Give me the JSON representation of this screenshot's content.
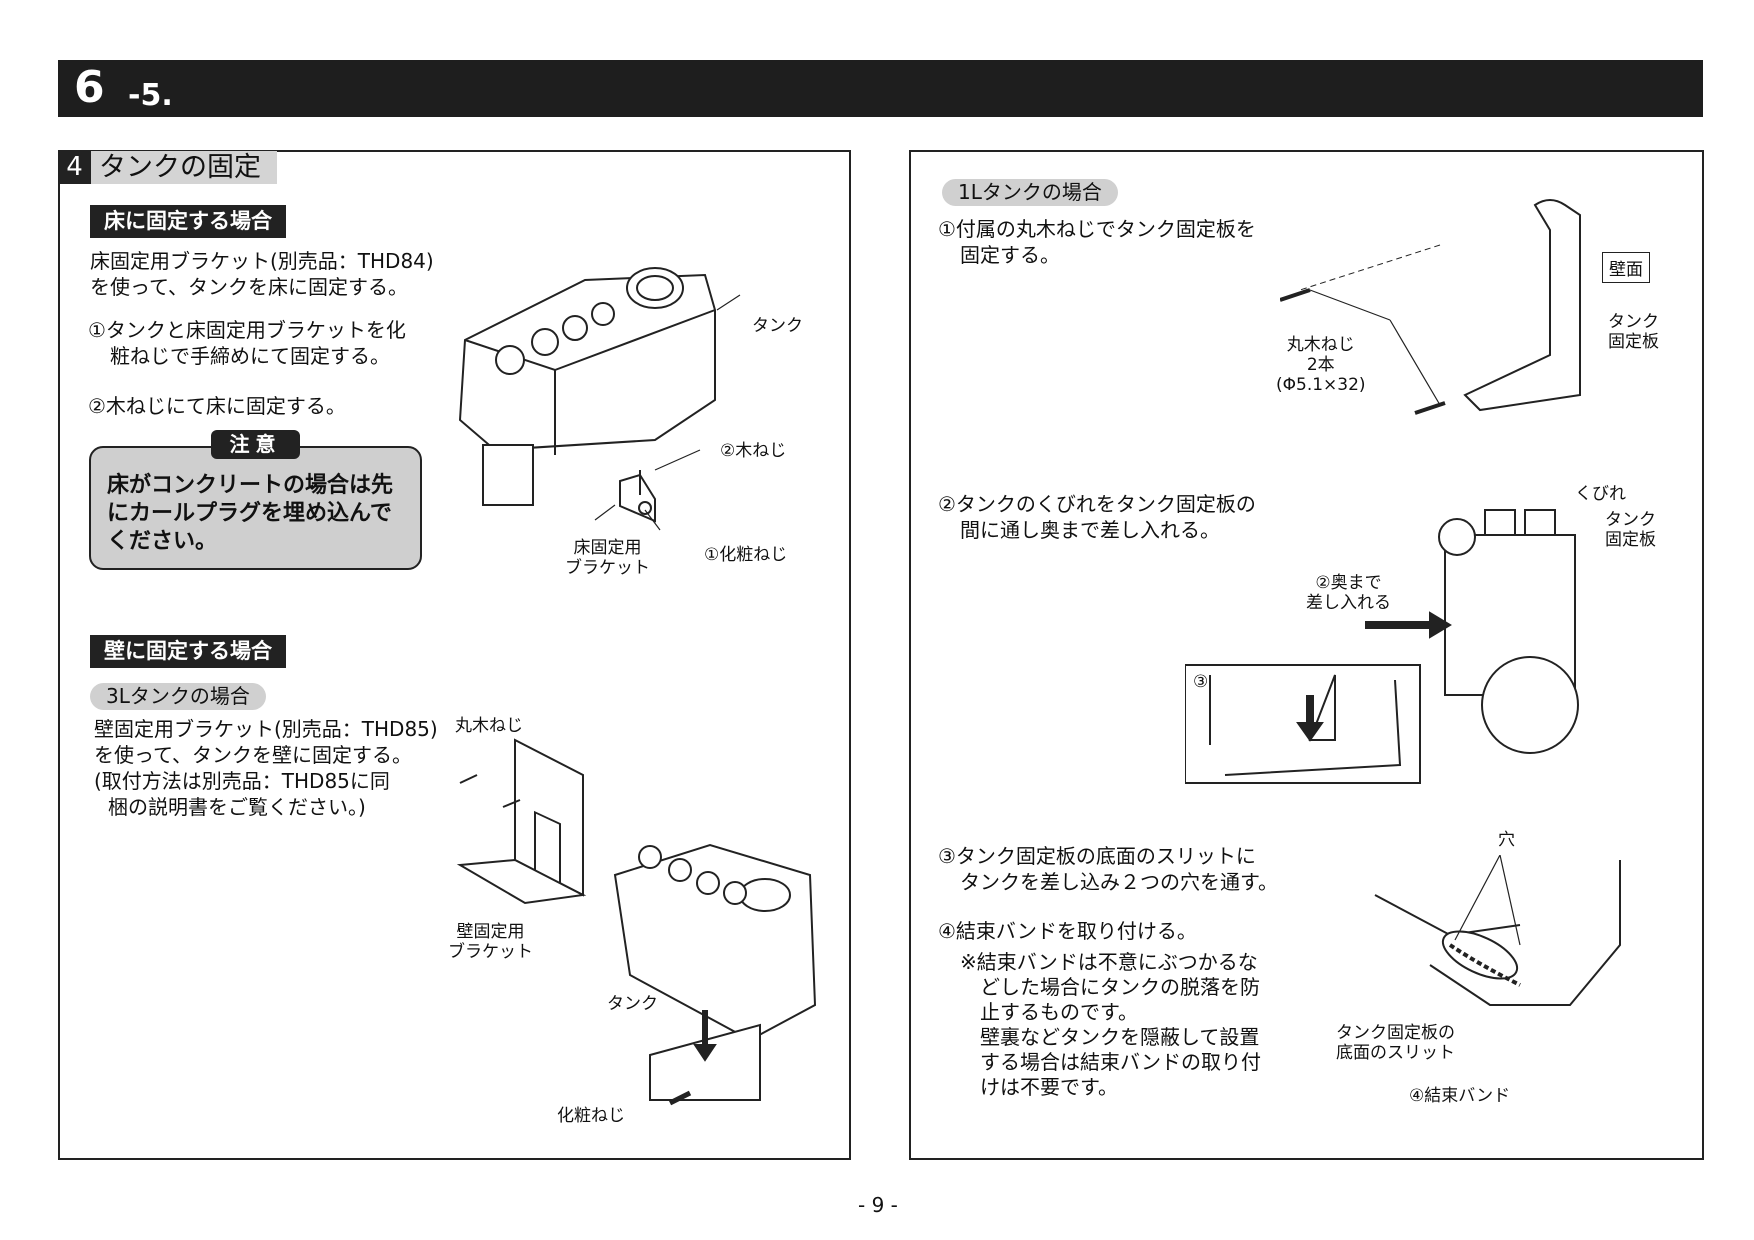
{
  "header": {
    "section": "6",
    "subsection": "-5."
  },
  "section": {
    "number": "4",
    "title": "タンクの固定"
  },
  "floor": {
    "label": "床に固定する場合",
    "intro": "床固定用ブラケット(別売品：THD84)\nを使って、タンクを床に固定する。",
    "step1_a": "①タンクと床固定用ブラケットを化",
    "step1_b": "粧ねじで手締めにて固定する。",
    "step2": "②木ねじにて床に固定する。",
    "caution_tag": "注意",
    "caution_text": "床がコンクリートの場合は先にカールプラグを埋め込んでください。",
    "fig": {
      "tank": "タンク",
      "wood_screw": "②木ねじ",
      "bracket": "床固定用\nブラケット",
      "cosmetic_screw": "①化粧ねじ"
    }
  },
  "wall": {
    "label": "壁に固定する場合",
    "pill_3l": "3Lタンクの場合",
    "intro_a": "壁固定用ブラケット(別売品：THD85)",
    "intro_b": "を使って、タンクを壁に固定する。",
    "intro_c": "(取付方法は別売品：THD85に同",
    "intro_d": "梱の説明書をご覧ください。)",
    "fig": {
      "round_screw": "丸木ねじ",
      "bracket": "壁固定用\nブラケット",
      "tank": "タンク",
      "cosmetic_screw": "化粧ねじ"
    }
  },
  "right": {
    "pill_1l": "1Lタンクの場合",
    "step1_a": "①付属の丸木ねじでタンク固定板を",
    "step1_b": "固定する。",
    "fig1": {
      "wall": "壁面",
      "screws": "丸木ねじ\n2本\n(Φ5.1×32)",
      "plate": "タンク\n固定板"
    },
    "step2_a": "②タンクのくびれをタンク固定板の",
    "step2_b": "間に通し奥まで差し入れる。",
    "fig2": {
      "neck": "くびれ",
      "plate": "タンク\n固定板",
      "insert": "②奥まで\n差し入れる",
      "inset": "③"
    },
    "step3_a": "③タンク固定板の底面のスリットに",
    "step3_b": "タンクを差し込み２つの穴を通す。",
    "step4": "④結束バンドを取り付ける。",
    "note": "※結束バンドは不意にぶつかるな\n　どした場合にタンクの脱落を防\n　止するものです。\n　壁裏などタンクを隠蔽して設置\n　する場合は結束バンドの取り付\n　けは不要です。",
    "fig3": {
      "hole": "穴",
      "slit": "タンク固定板の\n底面のスリット",
      "band": "④結束バンド"
    }
  },
  "page_number": "- 9 -"
}
